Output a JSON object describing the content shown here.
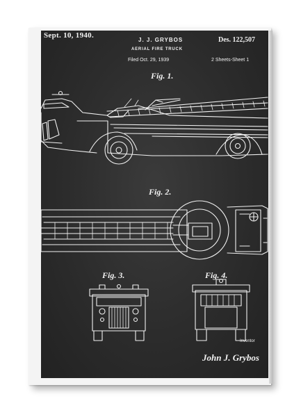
{
  "header": {
    "date": "Sept. 10, 1940.",
    "inventor": "J. J. GRYBOS",
    "patent_number": "Des. 122,507",
    "title": "AERIAL FIRE TRUCK",
    "filed": "Filed Oct. 29, 1939",
    "sheets": "2 Sheets-Sheet 1"
  },
  "figures": {
    "fig1": "Fig. 1.",
    "fig2": "Fig. 2.",
    "fig3": "Fig. 3.",
    "fig4": "Fig. 4."
  },
  "footer": {
    "inventor_label": "Inventor",
    "signature": "John J. Grybos"
  },
  "colors": {
    "frame": "#f4f4f4",
    "chalkboard": "#2e2e2e",
    "line": "#f2f2f2"
  }
}
